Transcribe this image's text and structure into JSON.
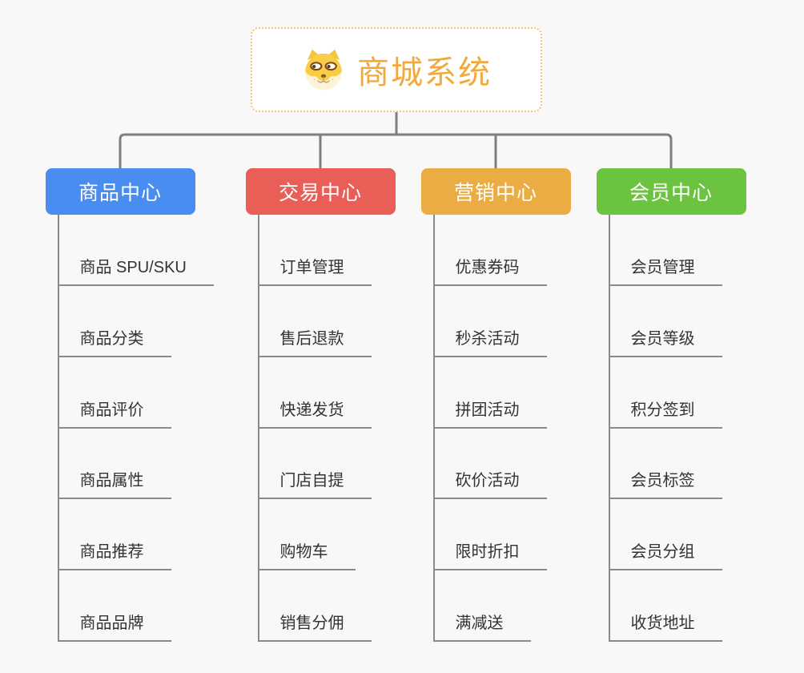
{
  "canvas": {
    "background": "#f8f8f8",
    "tree_line_color": "#7f7f7f",
    "node_line_color": "#8a8a8a"
  },
  "root": {
    "title": "商城系统",
    "icon": "doge-icon",
    "title_color": "#f2a93c",
    "border_color": "#f4c573"
  },
  "branches": [
    {
      "id": "product-center",
      "label": "商品中心",
      "color": "#4a8df0",
      "children": [
        "商品 SPU/SKU",
        "商品分类",
        "商品评价",
        "商品属性",
        "商品推荐",
        "商品品牌"
      ]
    },
    {
      "id": "trade-center",
      "label": "交易中心",
      "color": "#e95f58",
      "children": [
        "订单管理",
        "售后退款",
        "快递发货",
        "门店自提",
        "购物车",
        "销售分佣"
      ]
    },
    {
      "id": "marketing-center",
      "label": "营销中心",
      "color": "#ebac43",
      "children": [
        "优惠券码",
        "秒杀活动",
        "拼团活动",
        "砍价活动",
        "限时折扣",
        "满减送"
      ]
    },
    {
      "id": "member-center",
      "label": "会员中心",
      "color": "#6cc340",
      "children": [
        "会员管理",
        "会员等级",
        "积分签到",
        "会员标签",
        "会员分组",
        "收货地址"
      ]
    }
  ]
}
